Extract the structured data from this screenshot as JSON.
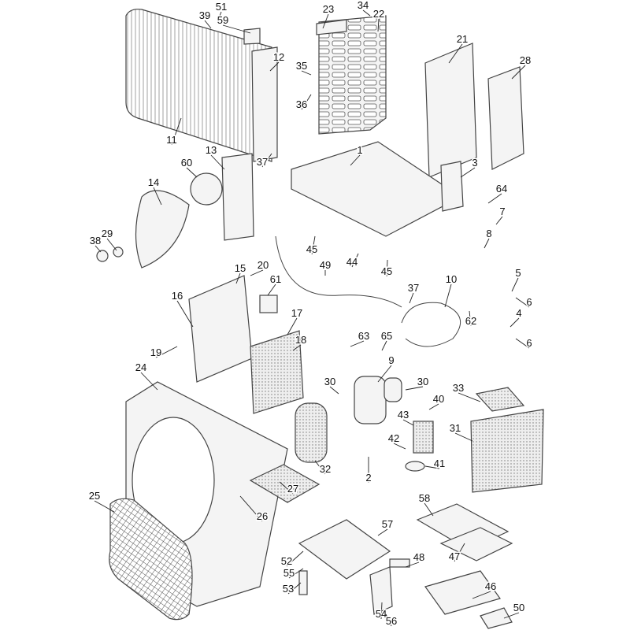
{
  "diagram": {
    "type": "exploded-parts-view",
    "part_labels": [
      "51",
      "39",
      "59",
      "23",
      "34",
      "22",
      "21",
      "28",
      "35",
      "12",
      "36",
      "11",
      "13",
      "37",
      "1",
      "3",
      "60",
      "14",
      "64",
      "7",
      "8",
      "38",
      "29",
      "45",
      "44",
      "45",
      "49",
      "15",
      "20",
      "61",
      "10",
      "5",
      "16",
      "37",
      "6",
      "62",
      "4",
      "17",
      "18",
      "19",
      "6",
      "63",
      "65",
      "9",
      "24",
      "33",
      "30",
      "30",
      "40",
      "43",
      "31",
      "42",
      "2",
      "32",
      "41",
      "27",
      "25",
      "26",
      "58",
      "57",
      "47",
      "52",
      "48",
      "55",
      "46",
      "53",
      "50",
      "54",
      "56"
    ]
  }
}
